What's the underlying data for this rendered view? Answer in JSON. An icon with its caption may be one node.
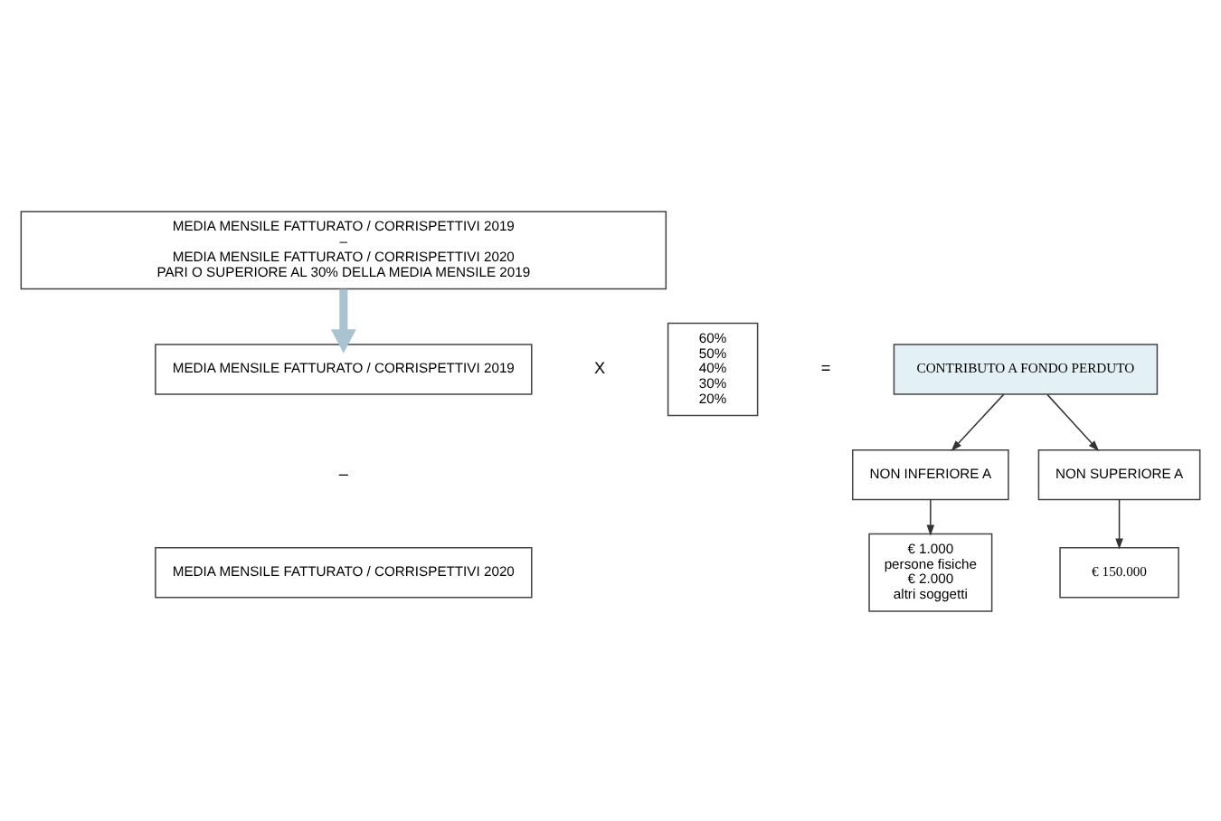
{
  "diagram": {
    "nodes": [
      {
        "text": [
          "MEDIA MENSILE FATTURATO / CORRISPETTIVI 2019",
          "–",
          "MEDIA MENSILE FATTURATO / CORRISPETTIVI 2020",
          "PARI O SUPERIORE AL 30% DELLA MEDIA MENSILE 2019"
        ]
      },
      {
        "text": [
          "MEDIA MENSILE FATTURATO / CORRISPETTIVI 2019"
        ]
      },
      {
        "text": [
          "MEDIA MENSILE FATTURATO / CORRISPETTIVI 2020"
        ]
      },
      {
        "text": [
          "60%",
          "50%",
          "40%",
          "30%",
          "20%"
        ]
      },
      {
        "text": [
          "CONTRIBUTO A FONDO PERDUTO"
        ]
      },
      {
        "text": [
          "NON INFERIORE A"
        ]
      },
      {
        "text": [
          "NON SUPERIORE A"
        ]
      },
      {
        "text": [
          "€ 1.000",
          "persone fisiche",
          "€ 2.000",
          "altri soggetti"
        ]
      },
      {
        "text": [
          "€ 150.000"
        ]
      }
    ],
    "edges": [
      {
        "from": 0,
        "to": 1,
        "arrow": "to",
        "style": "thick",
        "color": "#a9c4d0"
      },
      {
        "from": 4,
        "to": 5,
        "arrow": "to"
      },
      {
        "from": 4,
        "to": 6,
        "arrow": "to"
      },
      {
        "from": 5,
        "to": 7,
        "arrow": "to"
      },
      {
        "from": 6,
        "to": 8,
        "arrow": "to"
      }
    ],
    "labels": [
      "–",
      "X",
      "="
    ]
  }
}
